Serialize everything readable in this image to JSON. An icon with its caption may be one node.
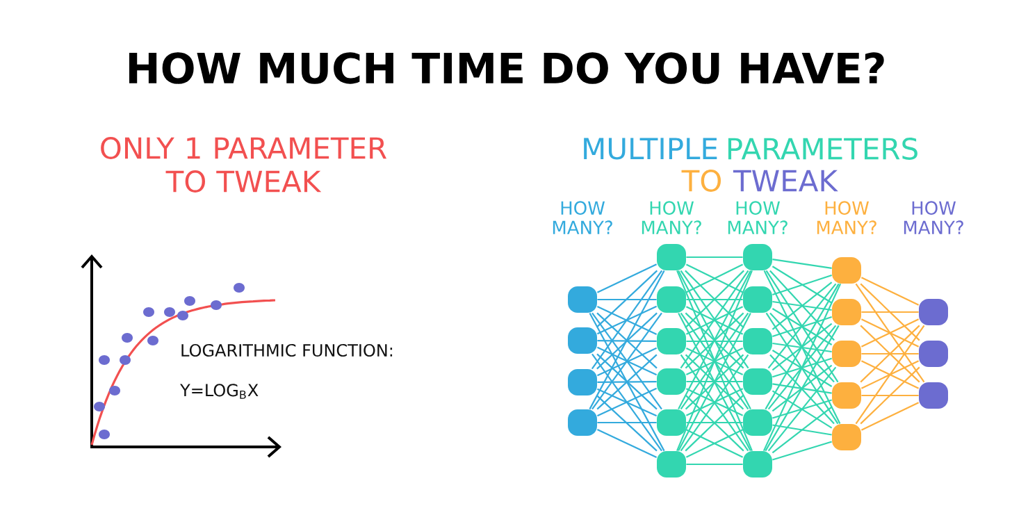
{
  "diagram": {
    "title": "HOW MUCH TIME DO YOU HAVE?",
    "nodes": [
      {
        "text": [],
        "shape": "box"
      },
      {
        "text": [],
        "shape": "box"
      },
      {
        "text": [],
        "shape": "box"
      },
      {
        "text": [],
        "shape": "box"
      },
      {
        "text": [],
        "shape": "box"
      },
      {
        "text": [],
        "shape": "box"
      },
      {
        "text": [],
        "shape": "box"
      },
      {
        "text": [],
        "shape": "box"
      },
      {
        "text": [],
        "shape": "box"
      },
      {
        "text": [],
        "shape": "box"
      },
      {
        "text": [],
        "shape": "box"
      },
      {
        "text": [],
        "shape": "box"
      },
      {
        "text": [],
        "shape": "box"
      },
      {
        "text": [],
        "shape": "box"
      },
      {
        "text": [],
        "shape": "box"
      },
      {
        "text": [],
        "shape": "box"
      },
      {
        "text": [],
        "shape": "box"
      },
      {
        "text": [],
        "shape": "box"
      },
      {
        "text": [],
        "shape": "box"
      },
      {
        "text": [],
        "shape": "box"
      },
      {
        "text": [],
        "shape": "box"
      },
      {
        "text": [],
        "shape": "box"
      },
      {
        "text": [],
        "shape": "box"
      },
      {
        "text": [],
        "shape": "box"
      }
    ],
    "edges": [
      {
        "from": 0,
        "to": 4,
        "arrow": "none",
        "color": "#33aadd"
      },
      {
        "from": 0,
        "to": 5,
        "arrow": "none",
        "color": "#33aadd"
      },
      {
        "from": 0,
        "to": 6,
        "arrow": "none",
        "color": "#33aadd"
      },
      {
        "from": 0,
        "to": 7,
        "arrow": "none",
        "color": "#33aadd"
      },
      {
        "from": 0,
        "to": 8,
        "arrow": "none",
        "color": "#33aadd"
      },
      {
        "from": 0,
        "to": 9,
        "arrow": "none",
        "color": "#33aadd"
      },
      {
        "from": 1,
        "to": 4,
        "arrow": "none",
        "color": "#33aadd"
      },
      {
        "from": 1,
        "to": 5,
        "arrow": "none",
        "color": "#33aadd"
      },
      {
        "from": 1,
        "to": 6,
        "arrow": "none",
        "color": "#33aadd"
      },
      {
        "from": 1,
        "to": 7,
        "arrow": "none",
        "color": "#33aadd"
      },
      {
        "from": 1,
        "to": 8,
        "arrow": "none",
        "color": "#33aadd"
      },
      {
        "from": 1,
        "to": 9,
        "arrow": "none",
        "color": "#33aadd"
      },
      {
        "from": 2,
        "to": 4,
        "arrow": "none",
        "color": "#33aadd"
      },
      {
        "from": 2,
        "to": 5,
        "arrow": "none",
        "color": "#33aadd"
      },
      {
        "from": 2,
        "to": 6,
        "arrow": "none",
        "color": "#33aadd"
      },
      {
        "from": 2,
        "to": 7,
        "arrow": "none",
        "color": "#33aadd"
      },
      {
        "from": 2,
        "to": 8,
        "arrow": "none",
        "color": "#33aadd"
      },
      {
        "from": 2,
        "to": 9,
        "arrow": "none",
        "color": "#33aadd"
      },
      {
        "from": 3,
        "to": 4,
        "arrow": "none",
        "color": "#33aadd"
      },
      {
        "from": 3,
        "to": 5,
        "arrow": "none",
        "color": "#33aadd"
      },
      {
        "from": 3,
        "to": 6,
        "arrow": "none",
        "color": "#33aadd"
      },
      {
        "from": 3,
        "to": 7,
        "arrow": "none",
        "color": "#33aadd"
      },
      {
        "from": 3,
        "to": 8,
        "arrow": "none",
        "color": "#33aadd"
      },
      {
        "from": 3,
        "to": 9,
        "arrow": "none",
        "color": "#33aadd"
      },
      {
        "from": 4,
        "to": 10,
        "arrow": "none"
      },
      {
        "from": 4,
        "to": 11,
        "arrow": "none"
      },
      {
        "from": 4,
        "to": 12,
        "arrow": "none"
      },
      {
        "from": 4,
        "to": 13,
        "arrow": "none"
      },
      {
        "from": 4,
        "to": 14,
        "arrow": "none"
      },
      {
        "from": 4,
        "to": 15,
        "arrow": "none"
      },
      {
        "from": 5,
        "to": 10,
        "arrow": "none"
      },
      {
        "from": 5,
        "to": 11,
        "arrow": "none"
      },
      {
        "from": 5,
        "to": 12,
        "arrow": "none"
      },
      {
        "from": 5,
        "to": 13,
        "arrow": "none"
      },
      {
        "from": 5,
        "to": 14,
        "arrow": "none"
      },
      {
        "from": 5,
        "to": 15,
        "arrow": "none"
      },
      {
        "from": 6,
        "to": 10,
        "arrow": "none"
      },
      {
        "from": 6,
        "to": 11,
        "arrow": "none"
      },
      {
        "from": 6,
        "to": 12,
        "arrow": "none"
      },
      {
        "from": 6,
        "to": 13,
        "arrow": "none"
      },
      {
        "from": 6,
        "to": 14,
        "arrow": "none"
      },
      {
        "from": 6,
        "to": 15,
        "arrow": "none"
      },
      {
        "from": 7,
        "to": 10,
        "arrow": "none"
      },
      {
        "from": 7,
        "to": 11,
        "arrow": "none"
      },
      {
        "from": 7,
        "to": 12,
        "arrow": "none"
      },
      {
        "from": 7,
        "to": 13,
        "arrow": "none"
      },
      {
        "from": 7,
        "to": 14,
        "arrow": "none"
      },
      {
        "from": 7,
        "to": 15,
        "arrow": "none"
      },
      {
        "from": 8,
        "to": 10,
        "arrow": "none"
      },
      {
        "from": 8,
        "to": 11,
        "arrow": "none"
      },
      {
        "from": 8,
        "to": 12,
        "arrow": "none"
      },
      {
        "from": 8,
        "to": 13,
        "arrow": "none"
      },
      {
        "from": 8,
        "to": 14,
        "arrow": "none"
      },
      {
        "from": 8,
        "to": 15,
        "arrow": "none"
      },
      {
        "from": 9,
        "to": 10,
        "arrow": "none"
      },
      {
        "from": 9,
        "to": 11,
        "arrow": "none"
      },
      {
        "from": 9,
        "to": 12,
        "arrow": "none"
      },
      {
        "from": 9,
        "to": 13,
        "arrow": "none"
      },
      {
        "from": 9,
        "to": 14,
        "arrow": "none"
      },
      {
        "from": 9,
        "to": 15,
        "arrow": "none"
      },
      {
        "from": 10,
        "to": 16,
        "arrow": "none"
      },
      {
        "from": 10,
        "to": 17,
        "arrow": "none"
      },
      {
        "from": 10,
        "to": 18,
        "arrow": "none"
      },
      {
        "from": 10,
        "to": 19,
        "arrow": "none"
      },
      {
        "from": 10,
        "to": 20,
        "arrow": "none"
      },
      {
        "from": 11,
        "to": 16,
        "arrow": "none"
      },
      {
        "from": 11,
        "to": 17,
        "arrow": "none"
      },
      {
        "from": 11,
        "to": 18,
        "arrow": "none"
      },
      {
        "from": 11,
        "to": 19,
        "arrow": "none"
      },
      {
        "from": 11,
        "to": 20,
        "arrow": "none"
      },
      {
        "from": 12,
        "to": 16,
        "arrow": "none"
      },
      {
        "from": 12,
        "to": 17,
        "arrow": "none"
      },
      {
        "from": 12,
        "to": 18,
        "arrow": "none"
      },
      {
        "from": 12,
        "to": 19,
        "arrow": "none"
      },
      {
        "from": 12,
        "to": 20,
        "arrow": "none"
      },
      {
        "from": 13,
        "to": 16,
        "arrow": "none"
      },
      {
        "from": 13,
        "to": 17,
        "arrow": "none"
      },
      {
        "from": 13,
        "to": 18,
        "arrow": "none"
      },
      {
        "from": 13,
        "to": 19,
        "arrow": "none"
      },
      {
        "from": 13,
        "to": 20,
        "arrow": "none"
      },
      {
        "from": 14,
        "to": 16,
        "arrow": "none"
      },
      {
        "from": 14,
        "to": 17,
        "arrow": "none"
      },
      {
        "from": 14,
        "to": 18,
        "arrow": "none"
      },
      {
        "from": 14,
        "to": 19,
        "arrow": "none"
      },
      {
        "from": 14,
        "to": 20,
        "arrow": "none"
      },
      {
        "from": 15,
        "to": 16,
        "arrow": "none"
      },
      {
        "from": 15,
        "to": 17,
        "arrow": "none"
      },
      {
        "from": 15,
        "to": 18,
        "arrow": "none"
      },
      {
        "from": 15,
        "to": 19,
        "arrow": "none"
      },
      {
        "from": 15,
        "to": 20,
        "arrow": "none"
      },
      {
        "from": 16,
        "to": 21,
        "arrow": "none",
        "color": "#fdb03f"
      },
      {
        "from": 16,
        "to": 22,
        "arrow": "none",
        "color": "#fdb03f"
      },
      {
        "from": 16,
        "to": 23,
        "arrow": "none",
        "color": "#fdb03f"
      },
      {
        "from": 17,
        "to": 21,
        "arrow": "none",
        "color": "#fdb03f"
      },
      {
        "from": 17,
        "to": 22,
        "arrow": "none",
        "color": "#fdb03f"
      },
      {
        "from": 17,
        "to": 23,
        "arrow": "none",
        "color": "#fdb03f"
      },
      {
        "from": 18,
        "to": 21,
        "arrow": "none",
        "color": "#fdb03f"
      },
      {
        "from": 18,
        "to": 22,
        "arrow": "none",
        "color": "#fdb03f"
      },
      {
        "from": 18,
        "to": 23,
        "arrow": "none",
        "color": "#fdb03f"
      },
      {
        "from": 19,
        "to": 21,
        "arrow": "none",
        "color": "#fdb03f"
      },
      {
        "from": 19,
        "to": 22,
        "arrow": "none",
        "color": "#fdb03f"
      },
      {
        "from": 19,
        "to": 23,
        "arrow": "none",
        "color": "#fdb03f"
      },
      {
        "from": 20,
        "to": 21,
        "arrow": "none",
        "color": "#fdb03f"
      },
      {
        "from": 20,
        "to": 22,
        "arrow": "none",
        "color": "#fdb03f"
      },
      {
        "from": 20,
        "to": 23,
        "arrow": "none",
        "color": "#fdb03f"
      }
    ],
    "labels": [
      "ONLY 1 PARAMETER TO TWEAK",
      "MULTIPLE",
      "PARAMETERS",
      "TO",
      "TWEAK",
      "HOW MANY?",
      "HOW MANY?",
      "HOW MANY?",
      "HOW MANY?",
      "HOW MANY?",
      "LOGARITHMIC FUNCTION:",
      "Y=LOG$_{B}$X"
    ]
  }
}
